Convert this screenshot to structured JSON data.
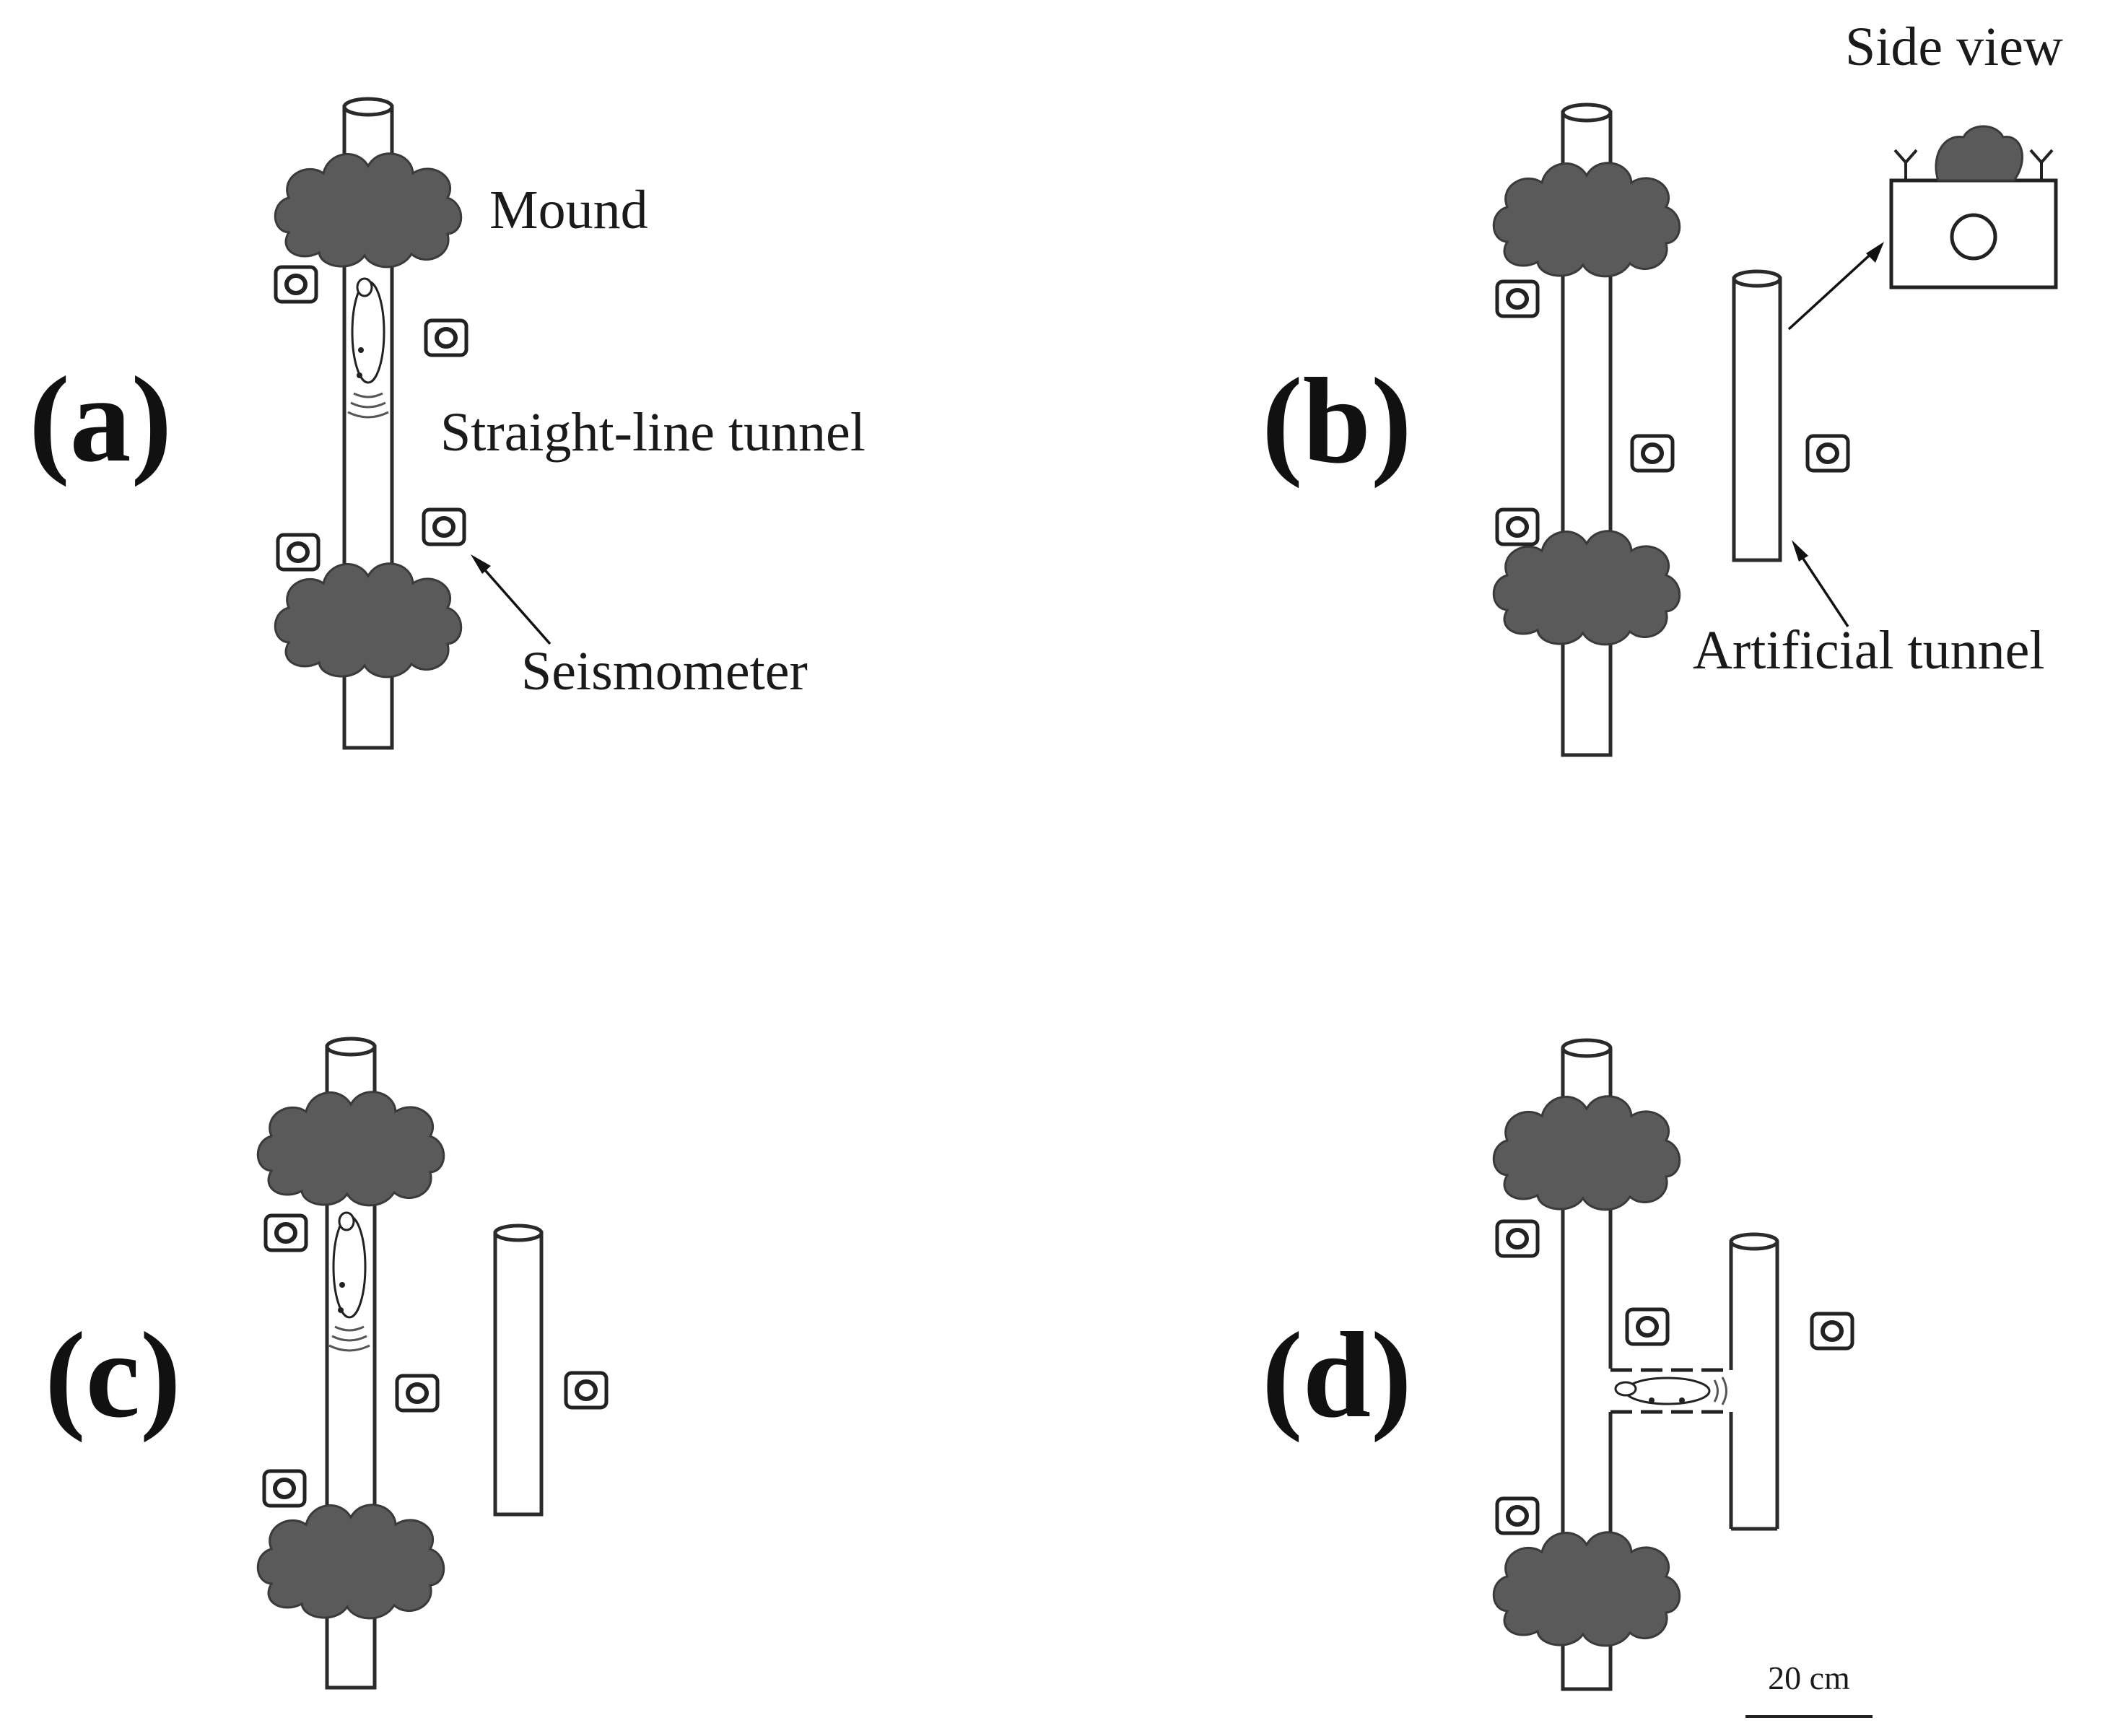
{
  "figure": {
    "panels": [
      {
        "id": "a",
        "label": "(a)"
      },
      {
        "id": "b",
        "label": "(b)"
      },
      {
        "id": "c",
        "label": "(c)"
      },
      {
        "id": "d",
        "label": "(d)"
      }
    ],
    "annotations": {
      "mound": "Mound",
      "straight_tunnel": "Straight-line tunnel",
      "seismometer": "Seismometer",
      "side_view": "Side view",
      "artificial_tunnel": "Artificial tunnel"
    },
    "scale_bar": "20 cm"
  },
  "colors": {
    "mound": "#5a5a5a",
    "outline": "#222222",
    "background": "#ffffff"
  },
  "icons": [
    "mound-shape",
    "seismometer-icon",
    "mole-icon",
    "tunnel-tube",
    "vibration-waves"
  ]
}
